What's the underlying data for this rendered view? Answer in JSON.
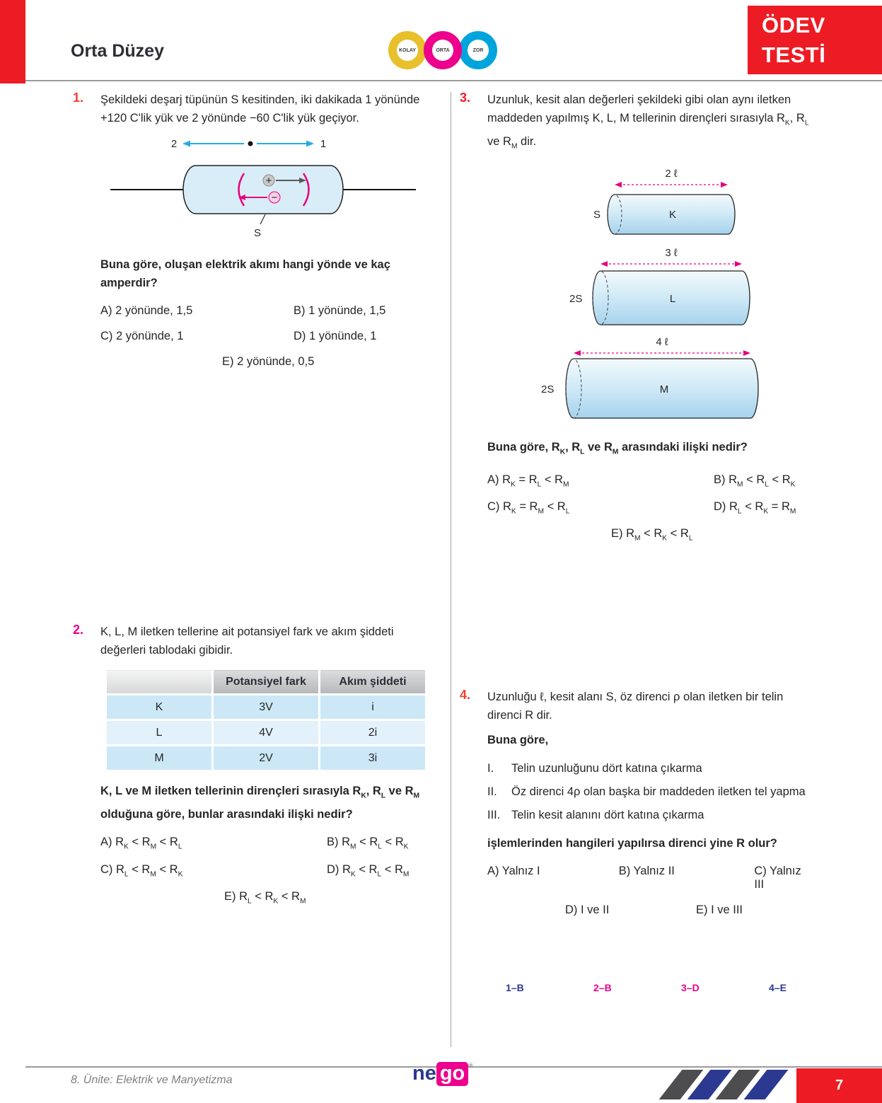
{
  "colors": {
    "accent_red": "#ed1c24",
    "magenta": "#ec008c",
    "blue": "#29abe2",
    "navy": "#2b3990",
    "table_blue": "#cce8f6",
    "header_gray": "#b6b7b9",
    "badge_yellow": "#e7c02c",
    "badge_magenta": "#ec008c",
    "badge_blue": "#00a4dd"
  },
  "header": {
    "level": "Orta Düzey",
    "badges": [
      {
        "label": "KOLAY"
      },
      {
        "label": "ORTA"
      },
      {
        "label": "ZOR"
      }
    ],
    "test_title": [
      "ÖDEV",
      "TESTİ"
    ]
  },
  "q1": {
    "number": "1.",
    "text": "Şekildeki deşarj tüpünün S kesitinden, iki dakikada 1 yönünde +120 C'lik yük ve 2 yönünde −60 C'lik yük geçiyor.",
    "diagram": {
      "left_label": "2",
      "right_label": "1",
      "section_label": "S",
      "plus": "+",
      "minus": "−"
    },
    "stem": "Buna göre, oluşan elektrik akımı hangi yönde ve kaç amperdir?",
    "options": [
      "A) 2 yönünde, 1,5",
      "B) 1 yönünde, 1,5",
      "C) 2 yönünde, 1",
      "D) 1 yönünde, 1",
      "E) 2 yönünde, 0,5"
    ]
  },
  "q2": {
    "number": "2.",
    "text": "K, L, M iletken tellerine ait potansiyel fark ve akım şiddeti değerleri tablodaki gibidir.",
    "table": {
      "headers": [
        "",
        "Potansiyel fark",
        "Akım şiddeti"
      ],
      "rows": [
        [
          "K",
          "3V",
          "i"
        ],
        [
          "L",
          "4V",
          "2i"
        ],
        [
          "M",
          "2V",
          "3i"
        ]
      ]
    },
    "stem": "K, L ve M iletken tellerinin dirençleri sırasıyla R_{K}, R_{L} ve R_{M} olduğuna göre, bunlar arasındaki ilişki nedir?",
    "options": [
      "A) R_{K} < R_{M} < R_{L}",
      "B) R_{M} < R_{L} < R_{K}",
      "C) R_{L} < R_{M} < R_{K}",
      "D) R_{K} < R_{L} < R_{M}",
      "E) R_{L} < R_{K} < R_{M}"
    ]
  },
  "q3": {
    "number": "3.",
    "text": "Uzunluk, kesit alan değerleri şekildeki gibi olan aynı iletken maddeden yapılmış K, L, M tellerinin dirençleri sırasıyla R_{K}, R_{L} ve R_{M} dir.",
    "figures": [
      {
        "length_label": "2 ℓ",
        "area_label": "S",
        "name": "K"
      },
      {
        "length_label": "3 ℓ",
        "area_label": "2S",
        "name": "L"
      },
      {
        "length_label": "4 ℓ",
        "area_label": "2S",
        "name": "M"
      }
    ],
    "stem": "Buna göre, R_{K}, R_{L} ve R_{M} arasındaki ilişki nedir?",
    "options": [
      "A) R_{K} = R_{L} < R_{M}",
      "B) R_{M} < R_{L} < R_{K}",
      "C) R_{K} = R_{M} < R_{L}",
      "D) R_{L} < R_{K} = R_{M}",
      "E) R_{M} < R_{K} < R_{L}"
    ]
  },
  "q4": {
    "number": "4.",
    "text": "Uzunluğu ℓ, kesit alanı S, öz direnci ρ olan iletken bir telin direnci R dir.",
    "lead": "Buna göre,",
    "items": [
      {
        "roman": "I.",
        "text": "Telin uzunluğunu dört katına çıkarma"
      },
      {
        "roman": "II.",
        "text": "Öz direnci 4ρ olan başka bir maddeden iletken tel yapma"
      },
      {
        "roman": "III.",
        "text": "Telin kesit alanını dört katına çıkarma"
      }
    ],
    "stem": "işlemlerinden hangileri yapılırsa direnci yine R olur?",
    "options": [
      "A) Yalnız I",
      "B) Yalnız II",
      "C) Yalnız III",
      "D) I ve II",
      "E) I ve III"
    ]
  },
  "answers": [
    {
      "text": "1–B"
    },
    {
      "text": "2–B"
    },
    {
      "text": "3–D"
    },
    {
      "text": "4–E"
    }
  ],
  "footer": {
    "unit": "8. Ünite: Elektrik ve Manyetizma",
    "page": "7",
    "logo_ne": "ne",
    "logo_go": "go"
  }
}
